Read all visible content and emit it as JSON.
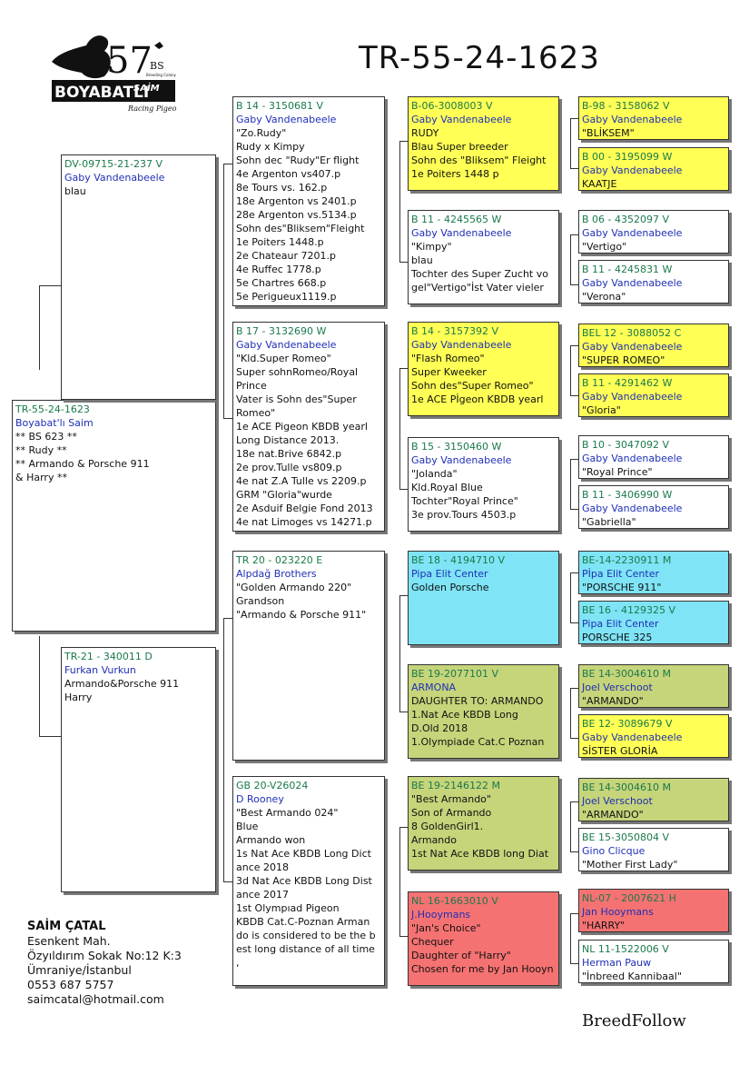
{
  "header": {
    "title": "TR-55-24-1623",
    "logo": {
      "number": "57",
      "bs": "BS",
      "breeding": "Breeding Colony",
      "name": "BOYABATLI",
      "saim": "SAİM",
      "tagline": "Racing Pigeons"
    }
  },
  "contact": {
    "name": "SAİM ÇATAL",
    "lines": [
      "Esenkent Mah.",
      "Özyıldırım Sokak No:12 K:3",
      "Ümraniye/İstanbul",
      "0553 687 5757",
      "saimcatal@hotmail.com"
    ]
  },
  "footer": {
    "brand": "BreedFollow"
  },
  "colors": {
    "ring": "#1a7a4a",
    "owner": "#1f2fb5",
    "yellow": "#ffff55",
    "cyan": "#7fe4f6",
    "olive": "#c6d47a",
    "red": "#f57272"
  },
  "pigeons": {
    "subject": {
      "ring": "TR-55-24-1623",
      "owner": "Boyabat'lı Saim",
      "notes": [
        "** BS 623 **",
        "** Rudy **",
        "** Armando & Porsche 911",
        "& Harry **"
      ]
    },
    "sire": {
      "ring": "DV-09715-21-237 V",
      "owner": "Gaby Vandenabeele",
      "notes": [
        "blau"
      ]
    },
    "dam": {
      "ring": "TR-21 - 340011 D",
      "owner": "Furkan Vurkun",
      "notes": [
        "Armando&Porsche 911",
        "Harry"
      ]
    },
    "ss": {
      "ring": "B 14 - 3150681 V",
      "owner": "Gaby Vandenabeele",
      "notes": [
        "\"Zo.Rudy\"",
        "Rudy x Kimpy",
        "Sohn dec \"Rudy\"Er flight",
        "4e Argenton vs407.p",
        "8e Tours vs.  162.p",
        "18e Argenton vs 2401.p",
        "28e Argenton vs.5134.p",
        "Sohn des\"Bliksem\"Fleight",
        "1e Poiters  1448.p",
        "2e Chateaur 7201.p",
        "4e Ruffec   1778.p",
        "5e Chartres  668.p",
        "5e Perigueux1119.p"
      ]
    },
    "sd": {
      "ring": "B 17 - 3132690 W",
      "owner": "Gaby Vandenabeele",
      "notes": [
        "\"Kld.Super Romeo\"",
        "Super sohnRomeo/Royal",
        "Prince",
        "Vater is Sohn des\"Super",
        "Romeo\"",
        "1e ACE Pigeon KBDB yearl",
        "Long Distance 2013.",
        "18e nat.Brive 6842.p",
        "2e prov.Tulle vs809.p",
        "4e nat Z.A Tulle vs 2209.p",
        "GRM \"Gloria\"wurde",
        "2e Asduif Belgie Fond 2013",
        "4e nat Limoges vs 14271.p"
      ]
    },
    "ds": {
      "ring": "TR 20 - 023220 E",
      "owner": "Alpdağ Brothers",
      "notes": [
        "\"Golden Armando 220\"",
        "Grandson",
        "\"Armando & Porsche 911\""
      ]
    },
    "dd": {
      "ring": "GB 20-V26024",
      "owner": "D Rooney",
      "notes": [
        "\"Best Armando 024\"",
        "Blue",
        "Armando won",
        "1s Nat Ace KBDB Long Dict",
        "ance 2018",
        "3d Nat Ace KBDB Long Dist",
        "ance 2017",
        "1st Olympıad Pigeon",
        "KBDB Cat.C-Poznan Arman",
        "do is considered to be the b",
        "est long distance of all time",
        ","
      ]
    },
    "sss": {
      "ring": "B-06-3008003 V",
      "owner": "Gaby Vandenabeele",
      "notes": [
        "RUDY",
        "Blau Super breeder",
        "Sohn des \"Bliksem\" Fleight",
        "1e Poiters   1448 p"
      ]
    },
    "ssd": {
      "ring": "B 11 - 4245565 W",
      "owner": "Gaby Vandenabeele",
      "notes": [
        "\"Kimpy\"",
        "blau",
        "Tochter des Super Zucht vo",
        "gel\"Vertigo\"İst Vater vieler"
      ]
    },
    "sds": {
      "ring": "B 14 - 3157392 V",
      "owner": "Gaby Vandenabeele",
      "notes": [
        "\"Flash Romeo\"",
        "Super Kweeker",
        "Sohn des\"Super  Romeo\"",
        "1e ACE Pİgeon KBDB yearl"
      ]
    },
    "sdd": {
      "ring": "B 15 - 3150460 W",
      "owner": "Gaby Vandenabeele",
      "notes": [
        "\"Jolanda\"",
        "Kld.Royal Blue",
        "Tochter\"Royal Prince\"",
        "3e prov.Tours 4503.p"
      ]
    },
    "dss": {
      "ring": "BE 18 - 4194710 V",
      "owner": "Pipa Elit Center",
      "notes": [
        "Golden Porsche"
      ]
    },
    "dsd": {
      "ring": "BE 19-2077101 V",
      "owner": "ARMONA",
      "notes": [
        "DAUGHTER TO: ARMANDO",
        "1.Nat Ace KBDB Long",
        "D.Old 2018",
        "1.Olympiade Cat.C Poznan"
      ]
    },
    "dds": {
      "ring": "BE 19-2146122 M",
      "owner": "",
      "notes": [
        "\"Best Armando\"",
        "Son of Armando",
        "8 GoldenGirl1.",
        "Armando",
        "1st Nat Ace KBDB long Diat"
      ]
    },
    "ddd": {
      "ring": "NL 16-1663010 V",
      "owner": "J.Hooymans",
      "notes": [
        "\"Jan's Choice\"",
        "Chequer",
        "Daughter of \"Harry\"",
        "Chosen for me by Jan Hooyn"
      ]
    },
    "g1": {
      "ring": "B-98 - 3158062 V",
      "owner": "Gaby Vandenabeele",
      "notes": [
        "\"BLİKSEM\""
      ]
    },
    "g2": {
      "ring": "B 00 - 3195099 W",
      "owner": "Gaby Vandenabeele",
      "notes": [
        "KAATJE"
      ]
    },
    "g3": {
      "ring": "B 06 - 4352097 V",
      "owner": "Gaby Vandenabeele",
      "notes": [
        "\"Vertigo\""
      ]
    },
    "g4": {
      "ring": "B 11 - 4245831 W",
      "owner": "Gaby Vandenabeele",
      "notes": [
        "\"Verona\""
      ]
    },
    "g5": {
      "ring": "BEL 12 - 3088052 C",
      "owner": "Gaby Vandenabeele",
      "notes": [
        "\"SUPER ROMEO\""
      ]
    },
    "g6": {
      "ring": "B 11 - 4291462 W",
      "owner": "Gaby Vandenabeele",
      "notes": [
        "\"Gloria\""
      ]
    },
    "g7": {
      "ring": "B 10 - 3047092 V",
      "owner": "Gaby Vandenabeele",
      "notes": [
        "\"Royal Prince\""
      ]
    },
    "g8": {
      "ring": "B 11 - 3406990 W",
      "owner": "Gaby Vandenabeele",
      "notes": [
        "\"Gabriella\""
      ]
    },
    "g9": {
      "ring": "BE-14-2230911 M",
      "owner": "Pİpa Elit Center",
      "notes": [
        "\"PORSCHE 911\""
      ]
    },
    "g10": {
      "ring": "BE 16 - 4129325 V",
      "owner": "Pipa Elit Center",
      "notes": [
        "PORSCHE 325"
      ]
    },
    "g11": {
      "ring": "BE 14-3004610 M",
      "owner": "Joel Verschoot",
      "notes": [
        "\"ARMANDO\""
      ]
    },
    "g12": {
      "ring": "BE 12- 3089679 V",
      "owner": "Gaby Vandenabeele",
      "notes": [
        "SİSTER GLORİA"
      ]
    },
    "g13": {
      "ring": "BE 14-3004610 M",
      "owner": "Joel Verschoot",
      "notes": [
        "\"ARMANDO\""
      ]
    },
    "g14": {
      "ring": "BE 15-3050804 V",
      "owner": "Gino Clicque",
      "notes": [
        "\"Mother First Lady\""
      ]
    },
    "g15": {
      "ring": "NL-07 - 2007621 H",
      "owner": "Jan Hooymans",
      "notes": [
        "\"HARRY\""
      ]
    },
    "g16": {
      "ring": "NL 11-1522006 V",
      "owner": "Herman Pauw",
      "notes": [
        "\"İnbreed Kannibaal\""
      ]
    }
  }
}
